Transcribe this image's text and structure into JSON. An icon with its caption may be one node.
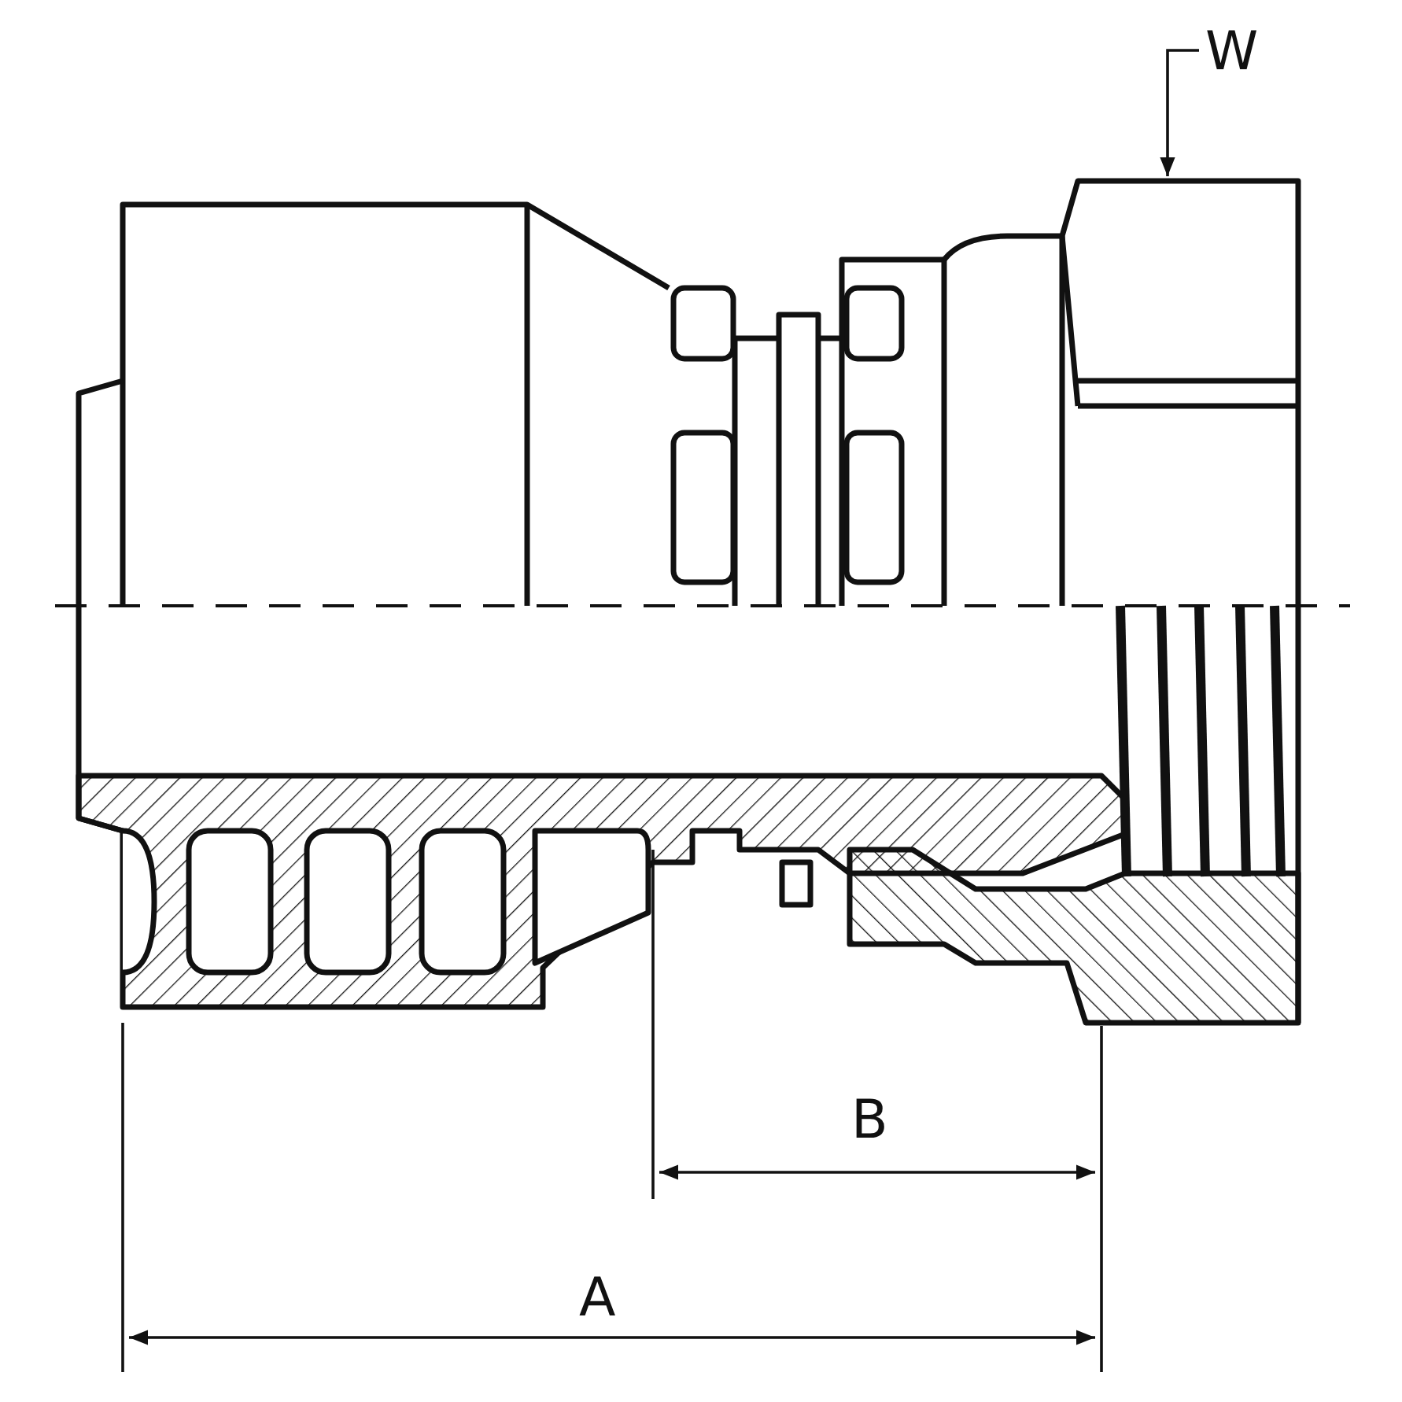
{
  "diagram": {
    "labels": [
      "W",
      "B",
      "A"
    ]
  }
}
